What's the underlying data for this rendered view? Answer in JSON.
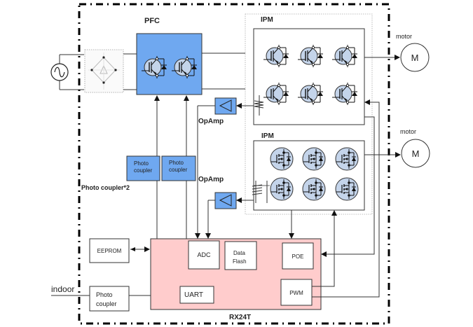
{
  "diagram": {
    "title": "RX24T inverter system block diagram",
    "labels": {
      "pfc": "PFC",
      "ipm_top": "IPM",
      "ipm_bottom": "IPM",
      "motor_top": "motor",
      "motor_bottom": "motor",
      "motor_symbol": "M",
      "opamp_top": "OpAmp",
      "opamp_bottom": "OpAmp",
      "photo_coupler_x2": "Photo coupler*2",
      "photo_coupler_line1": "Photo",
      "photo_coupler_line2": "coupler",
      "eeprom": "EEPROM",
      "indoor": "indoor",
      "mcu": "RX24T",
      "adc": "ADC",
      "data_flash_line1": "Data",
      "data_flash_line2": "Flash",
      "poe": "POE",
      "pwm": "PWM",
      "uart": "UART"
    },
    "colors": {
      "blue_block": "#6fa8f0",
      "mcu_fill": "#ffcccc",
      "transistor_fill": "#c4d4ea",
      "line": "#333333"
    }
  }
}
